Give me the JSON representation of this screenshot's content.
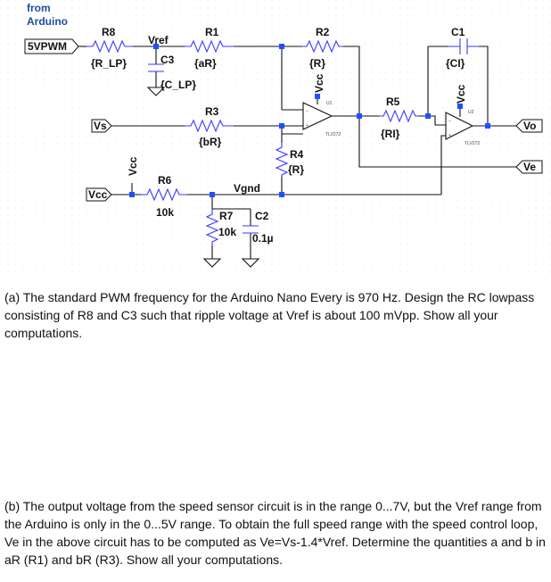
{
  "schematic": {
    "source_label_line1": "from",
    "source_label_line2": "Arduino",
    "ports": {
      "pwm": "5VPWM",
      "vs": "Vs",
      "vcc": "Vcc",
      "vo": "Vo",
      "ve": "Ve"
    },
    "components": {
      "r8": {
        "name": "R8",
        "value": "{R_LP}"
      },
      "c3": {
        "name": "C3",
        "value": "{C_LP}"
      },
      "r1": {
        "name": "R1",
        "value": "{aR}"
      },
      "r2": {
        "name": "R2",
        "value": "{R}"
      },
      "r3": {
        "name": "R3",
        "value": "{bR}"
      },
      "r4": {
        "name": "R4",
        "value": "{R}"
      },
      "r5": {
        "name": "R5",
        "value": "{RI}"
      },
      "c1": {
        "name": "C1",
        "value": "{CI}"
      },
      "r6": {
        "name": "R6",
        "value": "10k"
      },
      "r7": {
        "name": "R7",
        "value": "10k"
      },
      "c2": {
        "name": "C2",
        "value": "0.1µ"
      }
    },
    "nets": {
      "vref": "Vref",
      "vgnd": "Vgnd",
      "vcc_u1": "Vcc",
      "vcc_u2": "Vcc",
      "vcc_r6": "Vcc"
    },
    "opamps": {
      "u1": {
        "name": "U1",
        "part": "TLV272"
      },
      "u2": {
        "name": "U2",
        "part": "TLV272"
      }
    }
  },
  "questions": {
    "a": "(a) The standard PWM frequency for the Arduino Nano Every is 970 Hz. Design the RC lowpass consisting of R8 and C3 such that ripple voltage at Vref is about 100 mVpp. Show all your computations.",
    "b": "(b) The output voltage from the speed sensor circuit is in the range 0...7V, but the Vref range from the Arduino is only in the 0...5V range. To obtain the full speed range with the speed control loop, Ve in the above circuit has to be computed as Ve=Vs-1.4*Vref. Determine the quantities a and b in aR (R1) and bR (R3). Show all your computations."
  }
}
